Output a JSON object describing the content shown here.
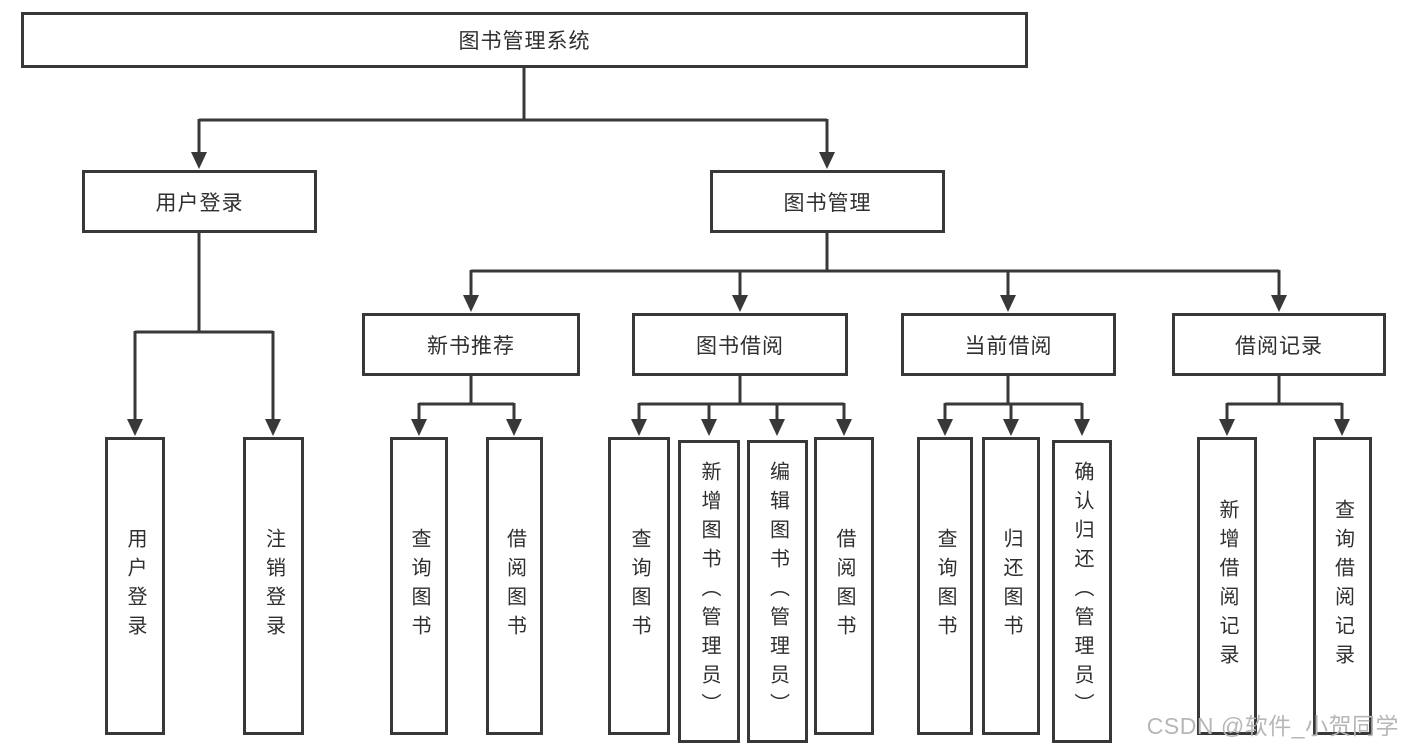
{
  "tree": {
    "root": {
      "label": "图书管理系统",
      "children": [
        {
          "label": "用户登录",
          "children": [
            {
              "label": "用户登录"
            },
            {
              "label": "注销登录"
            }
          ]
        },
        {
          "label": "图书管理",
          "children": [
            {
              "label": "新书推荐",
              "children": [
                {
                  "label": "查询图书"
                },
                {
                  "label": "借阅图书"
                }
              ]
            },
            {
              "label": "图书借阅",
              "children": [
                {
                  "label": "查询图书"
                },
                {
                  "label": "新增图书（管理员）"
                },
                {
                  "label": "编辑图书（管理员）"
                },
                {
                  "label": "借阅图书"
                }
              ]
            },
            {
              "label": "当前借阅",
              "children": [
                {
                  "label": "查询图书"
                },
                {
                  "label": "归还图书"
                },
                {
                  "label": "确认归还（管理员）"
                }
              ]
            },
            {
              "label": "借阅记录",
              "children": [
                {
                  "label": "新增借阅记录"
                },
                {
                  "label": "查询借阅记录"
                }
              ]
            }
          ]
        }
      ]
    }
  },
  "watermark": {
    "text": "CSDN @软件_小贺同学"
  },
  "colors": {
    "line": "#383838",
    "border": "#383838",
    "text": "#2f2f2f",
    "watermark": "#b7b7b7",
    "background": "#ffffff"
  }
}
